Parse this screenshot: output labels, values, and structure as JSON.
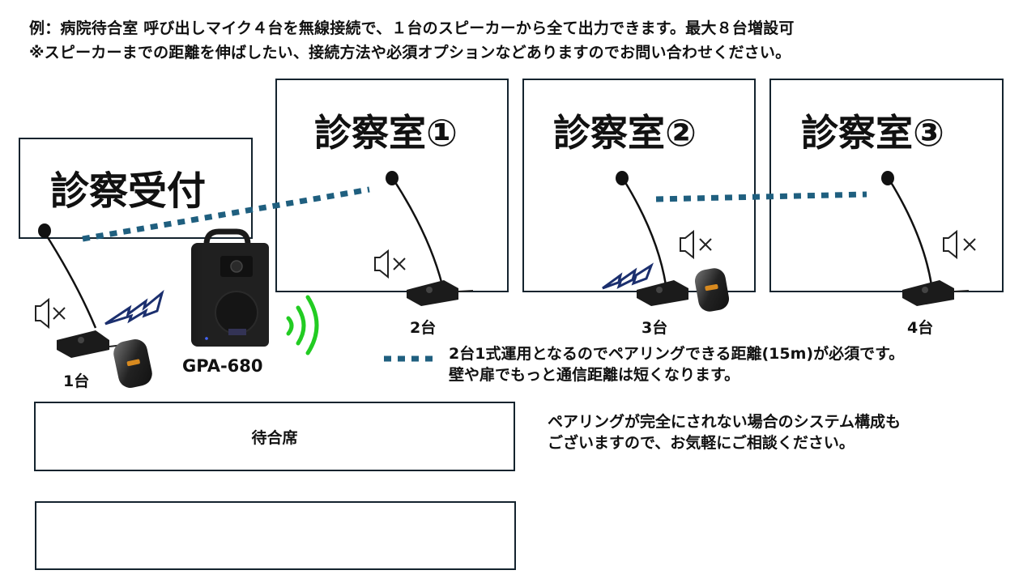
{
  "header": {
    "line1": "例：病院待合室 呼び出しマイク４台を無線接続で、１台のスピーカーから全て出力できます。最大８台増設可",
    "line2": "※スピーカーまでの距離を伸ばしたい、接続方法や必須オプションなどありますのでお問い合わせください。"
  },
  "rooms": {
    "reception": "診察受付",
    "exam1": "診察室①",
    "exam2": "診察室②",
    "exam3": "診察室③"
  },
  "units": {
    "unit1": "1台",
    "unit2": "2台",
    "unit3": "3台",
    "unit4": "4台"
  },
  "speaker": {
    "model": "GPA-680"
  },
  "legend": {
    "pairing_line1": "2台1式運用となるのでペアリングできる距離(15m)が必須です。",
    "pairing_line2": "壁や扉でもっと通信距離は短くなります。"
  },
  "consult_note": {
    "line1": "ペアリングが完全にされない場合のシステム構成も",
    "line2": "ございますので、お気軽にご相談ください。"
  },
  "seating": {
    "box1": "待合席",
    "box2": ""
  },
  "icons": {
    "mute": "speaker-muted-icon",
    "wireless": "lightning-wireless-icon",
    "sound": "sound-waves-icon"
  },
  "colors": {
    "pairing_line": "#1f5f7f",
    "lightning": "#1b2f6e",
    "sound_waves": "#22cc22",
    "border": "#14232e"
  }
}
